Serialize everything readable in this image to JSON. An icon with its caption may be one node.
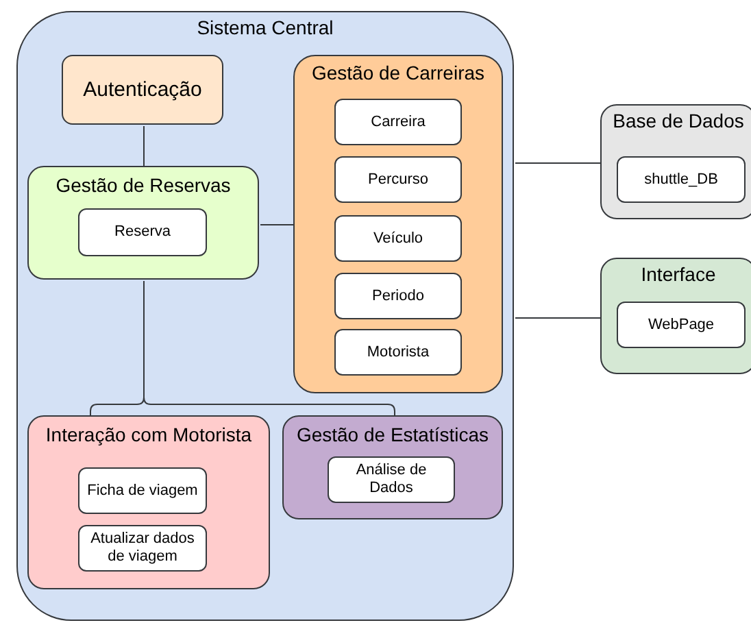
{
  "diagram": {
    "nodes": [
      {
        "text": [
          "Sistema Central"
        ]
      },
      {
        "text": [
          "Autenticação"
        ],
        "in": 0
      },
      {
        "text": [
          "Gestão de Reservas"
        ],
        "in": 0
      },
      {
        "text": [
          "Reserva"
        ],
        "in": 2
      },
      {
        "text": [
          "Gestão de Carreiras"
        ],
        "in": 0
      },
      {
        "text": [
          "Carreira"
        ],
        "in": 4
      },
      {
        "text": [
          "Percurso"
        ],
        "in": 4
      },
      {
        "text": [
          "Veículo"
        ],
        "in": 4
      },
      {
        "text": [
          "Periodo"
        ],
        "in": 4
      },
      {
        "text": [
          "Motorista"
        ],
        "in": 4
      },
      {
        "text": [
          "Interação com Motorista"
        ],
        "in": 0
      },
      {
        "text": [
          "Ficha de viagem"
        ],
        "in": 10
      },
      {
        "text": [
          "Atualizar dados de viagem"
        ],
        "in": 10
      },
      {
        "text": [
          "Gestão de Estatísticas"
        ],
        "in": 0
      },
      {
        "text": [
          "Análise de Dados"
        ],
        "in": 13
      },
      {
        "text": [
          "Base de Dados"
        ]
      },
      {
        "text": [
          "shuttle_DB"
        ],
        "in": 15
      },
      {
        "text": [
          "Interface"
        ]
      },
      {
        "text": [
          "WebPage"
        ],
        "in": 17
      }
    ],
    "edges": [
      {
        "from": 1,
        "to": 2,
        "arrow": "none"
      },
      {
        "from": 2,
        "to": 4,
        "arrow": "none"
      },
      {
        "from": 2,
        "to": 10,
        "arrow": "none"
      },
      {
        "from": 2,
        "to": 13,
        "arrow": "none"
      },
      {
        "from": 0,
        "to": 15,
        "arrow": "none"
      },
      {
        "from": 0,
        "to": 17,
        "arrow": "none"
      }
    ]
  }
}
